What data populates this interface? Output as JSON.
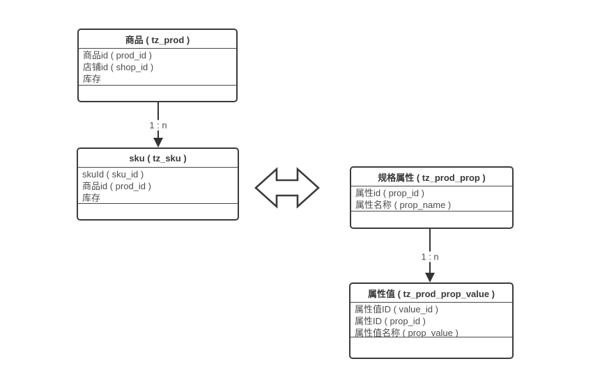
{
  "diagram": {
    "type": "entity-relationship",
    "tables": [
      {
        "name": "tz_prod",
        "title": "商品 ( tz_prod )",
        "fields": [
          "商品id ( prod_id )",
          "店铺id ( shop_id )",
          "库存"
        ]
      },
      {
        "name": "tz_sku",
        "title": "sku ( tz_sku )",
        "fields": [
          "skuId ( sku_id )",
          "商品id ( prod_id )",
          "库存"
        ]
      },
      {
        "name": "tz_prod_prop",
        "title": "规格属性 ( tz_prod_prop )",
        "fields": [
          "属性id ( prop_id )",
          "属性名称 ( prop_name )"
        ]
      },
      {
        "name": "tz_prod_prop_value",
        "title": "属性值 ( tz_prod_prop_value )",
        "fields": [
          "属性值ID ( value_id )",
          "属性ID ( prop_id )",
          "属性值名称 ( prop_value )"
        ]
      }
    ],
    "relations": [
      {
        "from": "tz_prod",
        "to": "tz_sku",
        "label": "1 : n"
      },
      {
        "from": "tz_prod_prop",
        "to": "tz_prod_prop_value",
        "label": "1 : n"
      }
    ],
    "connector": {
      "type": "double-headed-arrow",
      "between": [
        "tz_sku",
        "tz_prod_prop"
      ]
    },
    "colors": {
      "background": "#ffffff",
      "border": "#3b3b3b",
      "text": "#4c4c4c",
      "arrow": "#333333"
    }
  }
}
